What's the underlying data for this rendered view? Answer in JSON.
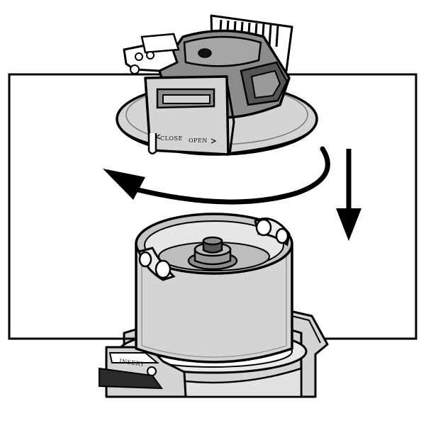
{
  "labels": {
    "close": "CLOSE",
    "open": "OPEN",
    "insert": "INSERT"
  },
  "icons": {
    "rotate_arrow": "curved-arrow-counterclockwise-icon",
    "down_arrow": "arrow-down-icon"
  },
  "colors": {
    "outline": "#000000",
    "body_fill": "#d4d4d4",
    "dark_fill": "#8c8c8c",
    "light_fill": "#eaeaea",
    "background": "#ffffff"
  }
}
